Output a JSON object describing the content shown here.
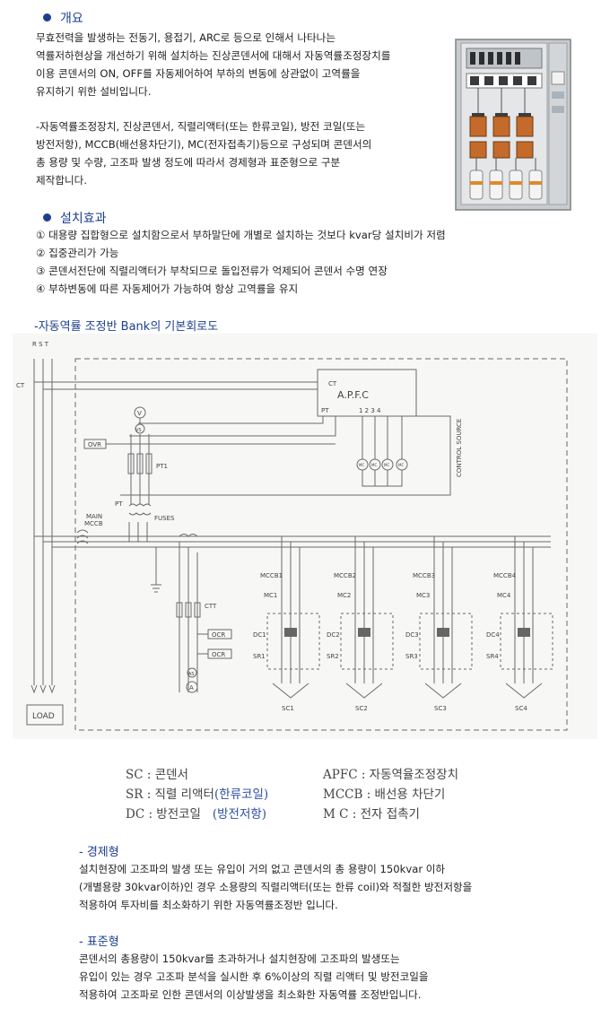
{
  "overview": {
    "title": "개요",
    "para1": [
      "무효전력을 발생하는 전동기, 용접기, ARC로 등으로 인해서 나타나는",
      "역률저하현상을 개선하기 위해 설치하는 진상콘덴서에 대해서 자동역률조정장치를",
      "이용 콘덴서의 ON, OFF를 자동제어하여 부하의 변동에 상관없이 고역률을",
      "유지하기 위한 설비입니다."
    ],
    "para2": [
      "-자동역률조정장치, 진상콘덴서, 직렬리액터(또는 한류코일), 방전 코일(또는",
      "방전저항), MCCB(배선용차단기), MC(전자접촉기)등으로 구성되며 콘덴서의",
      "총 용량 및 수량, 고조파 발생 정도에 따라서 경제형과 표준형으로 구분",
      "제작합니다."
    ]
  },
  "effects": {
    "title": "설치효과",
    "items": [
      "① 대용량 집합형으로 설치함으로서 부하말단에 개별로 설치하는 것보다 kvar당 설치비가 저렴",
      "② 집중관리가 가능",
      "③ 콘덴서전단에 직렬리액터가 부착되므로 돌입전류가 억제되어 콘덴서 수명 연장",
      "④ 부하변동에 따른 자동제어가 가능하여 항상 고역률을 유지"
    ]
  },
  "diagram": {
    "title": "-자동역률 조정반 Bank의 기본회로도",
    "labels": {
      "phases": "R S T",
      "ct": "CT",
      "ct2": "CT",
      "apfc": "A.P.F.C",
      "pt_term": "PT",
      "terminals": "1 2 3 4",
      "control_source": "CONTROL SOURCE",
      "ovr": "OVR",
      "v": "V",
      "vs": "VS",
      "pt1": "PT1",
      "pt": "PT",
      "fuses": "FUSES",
      "main": "MAIN",
      "mccb": "MCCB",
      "ctt": "CTT",
      "ocr": "OCR",
      "as": "AS",
      "a": "A",
      "load": "LOAD",
      "mc_coil": "MC"
    },
    "banks": [
      {
        "mccb": "MCCB1",
        "mc": "MC1",
        "dc": "DC1",
        "sr": "SR1",
        "sc": "SC1"
      },
      {
        "mccb": "MCCB2",
        "mc": "MC2",
        "dc": "DC2",
        "sr": "SR2",
        "sc": "SC2"
      },
      {
        "mccb": "MCCB3",
        "mc": "MC3",
        "dc": "DC3",
        "sr": "SR3",
        "sc": "SC3"
      },
      {
        "mccb": "MCCB4",
        "mc": "MC4",
        "dc": "DC4",
        "sr": "SR4",
        "sc": "SC4"
      }
    ]
  },
  "legend": {
    "sc": "SC : 콘덴서",
    "sr_a": "SR : 직렬 리액터",
    "sr_b": "(한류코일)",
    "dc_a": "DC : 방전코일",
    "dc_b": "(방전저항)",
    "apfc": "APFC : 자동역율조정장치",
    "mccb": "MCCB : 배선용 차단기",
    "mc": "M   C : 전자 접촉기"
  },
  "economic": {
    "title": "- 경제형",
    "lines": [
      "설치현장에 고조파의 발생 또는 유입이 거의 없고 콘덴서의 총 용량이 150kvar 이하",
      "(개별용량 30kvar이하)인 경우 소용량의 직렬리액터(또는 한류 coil)와 적절한 방전저항을",
      "적용하여 투자비를 최소화하기 위한 자동역률조정반 입니다."
    ]
  },
  "standard": {
    "title": "- 표준형",
    "lines": [
      "콘덴서의 총용량이 150kvar를 초과하거나 설치현장에 고조파의 발생또는",
      "유입이 있는 경우 고조파 분석을 실시한 후 6%이상의 직렬 리액터 및 방전코일을",
      "적용하여 고조파로 인한 콘덴서의 이상발생을 최소화한 자동역률 조정반입니다."
    ]
  }
}
